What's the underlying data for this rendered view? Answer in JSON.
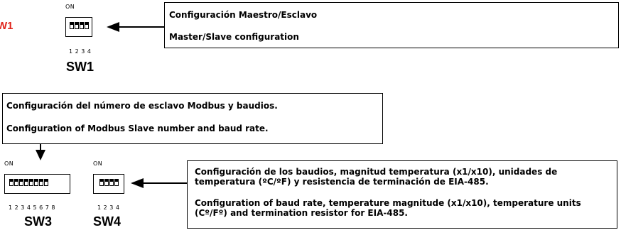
{
  "left_cut_label": "W1",
  "colors": {
    "red_label": "#e0241b",
    "stroke": "#000000"
  },
  "sw1": {
    "on": "ON",
    "numbers": "1 2 3 4",
    "label": "SW1",
    "box_es": "Configuración Maestro/Esclavo",
    "box_en": "Master/Slave configuration",
    "switch_count": 4
  },
  "sw3": {
    "on": "ON",
    "numbers": "1 2 3 4 5 6 7 8",
    "label": "SW3",
    "box_es": "Configuración del número de esclavo Modbus y baudios.",
    "box_en": "Configuration of Modbus Slave number and baud rate.",
    "switch_count": 8
  },
  "sw4": {
    "on": "ON",
    "numbers": "1 2 3 4",
    "label": "SW4",
    "box_es": "Configuración de los baudios, magnitud temperatura (x1/x10), unidades de temperatura (ºC/ºF) y resistencia de terminación de EIA-485.",
    "box_en": "Configuration of baud rate, temperature magnitude (x1/x10), temperature units (Cº/Fº) and termination resistor for EIA-485.",
    "switch_count": 4
  }
}
